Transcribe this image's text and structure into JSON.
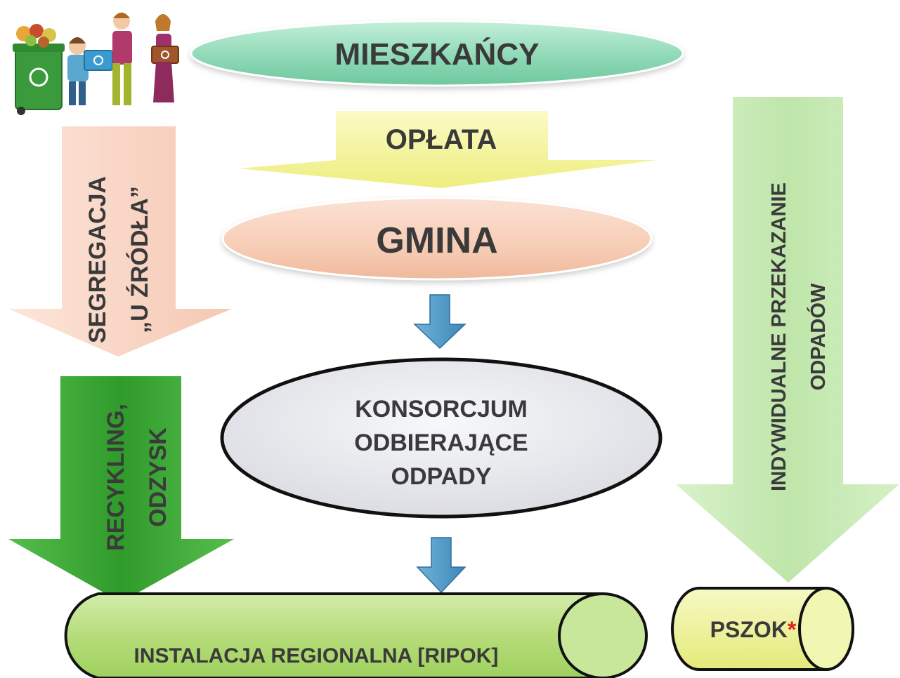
{
  "nodes": {
    "residents": "MIESZKAŃCY",
    "fee": "OPŁATA",
    "municipality": "GMINA",
    "consortium": [
      "KONSORCJUM",
      "ODBIERAJĄCE",
      "ODPADY"
    ],
    "regional_installation": "INSTALACJA REGIONALNA [RIPOK]",
    "pszok": "PSZOK",
    "pszok_asterisk": "*"
  },
  "arrows": {
    "segregation": [
      "SEGREGACJA",
      "„U ŹRÓDŁA”"
    ],
    "recycling": [
      "RECYKLING,",
      "ODZYSK"
    ],
    "individual_delivery": [
      "INDYWIDUALNE PRZEKAZANIE",
      "ODPADÓW"
    ]
  },
  "illustration": {
    "icon": "family-recycling-bins-icon"
  },
  "colors": {
    "residents_fill": "#8fd9b6",
    "fee_fill": "#f4f29a",
    "municipality_fill": "#f7cdb6",
    "segregation_fill": "#f9d6c6",
    "recycling_fill": "#3ea83a",
    "individual_fill": "#c6e9b4",
    "consortium_fill": "#e9eaee",
    "cylinder_fill": "#b6dc7a",
    "pszok_fill": "#eef294",
    "blue_arrow": "#4f9cc9",
    "asterisk": "#e02020"
  }
}
